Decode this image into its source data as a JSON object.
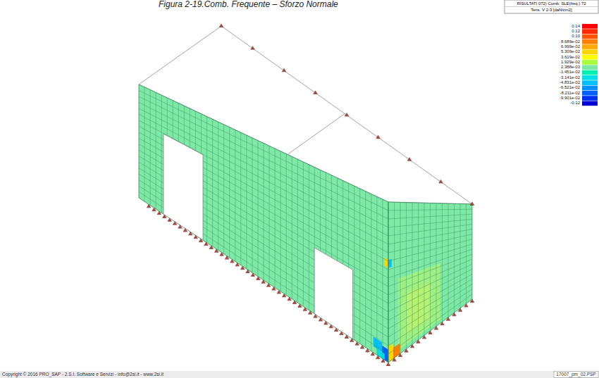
{
  "diagram": {
    "title": "Figura 2-19.Comb. Frequente – Sforzo Normale",
    "labels": [
      "RISULTATI 072) Comb. SLE(freq.) 72",
      "Tens. V 2-3 [daN/cm2]",
      "Copyright © 2016 PRO_SAP - 2.S.I. Software e Servizi - info@2si.it - www.2si.it",
      "17007_pm_02.PSP"
    ],
    "legend": [
      {
        "text": "0.14",
        "color": "#ff0000"
      },
      {
        "text": "0.12",
        "color": "#ff2a00"
      },
      {
        "text": "0.10",
        "color": "#ff5500"
      },
      {
        "text": "8.689e-02",
        "color": "#ff8000"
      },
      {
        "text": "6.999e-02",
        "color": "#ffaa00"
      },
      {
        "text": "5.309e-02",
        "color": "#ffd400"
      },
      {
        "text": "3.619e-02",
        "color": "#ffff00"
      },
      {
        "text": "1.929e-02",
        "color": "#aaff3c"
      },
      {
        "text": "2.388e-03",
        "color": "#7ee8a6"
      },
      {
        "text": "-1.451e-02",
        "color": "#00f0b0"
      },
      {
        "text": "-3.141e-02",
        "color": "#00e0e8"
      },
      {
        "text": "-4.831e-02",
        "color": "#00c0ff"
      },
      {
        "text": "-6.521e-02",
        "color": "#0090ff"
      },
      {
        "text": "-8.211e-02",
        "color": "#0060ff"
      },
      {
        "text": "-9.901e-02",
        "color": "#0030f0"
      },
      {
        "text": "-0.12",
        "color": "#0000d0"
      }
    ]
  }
}
